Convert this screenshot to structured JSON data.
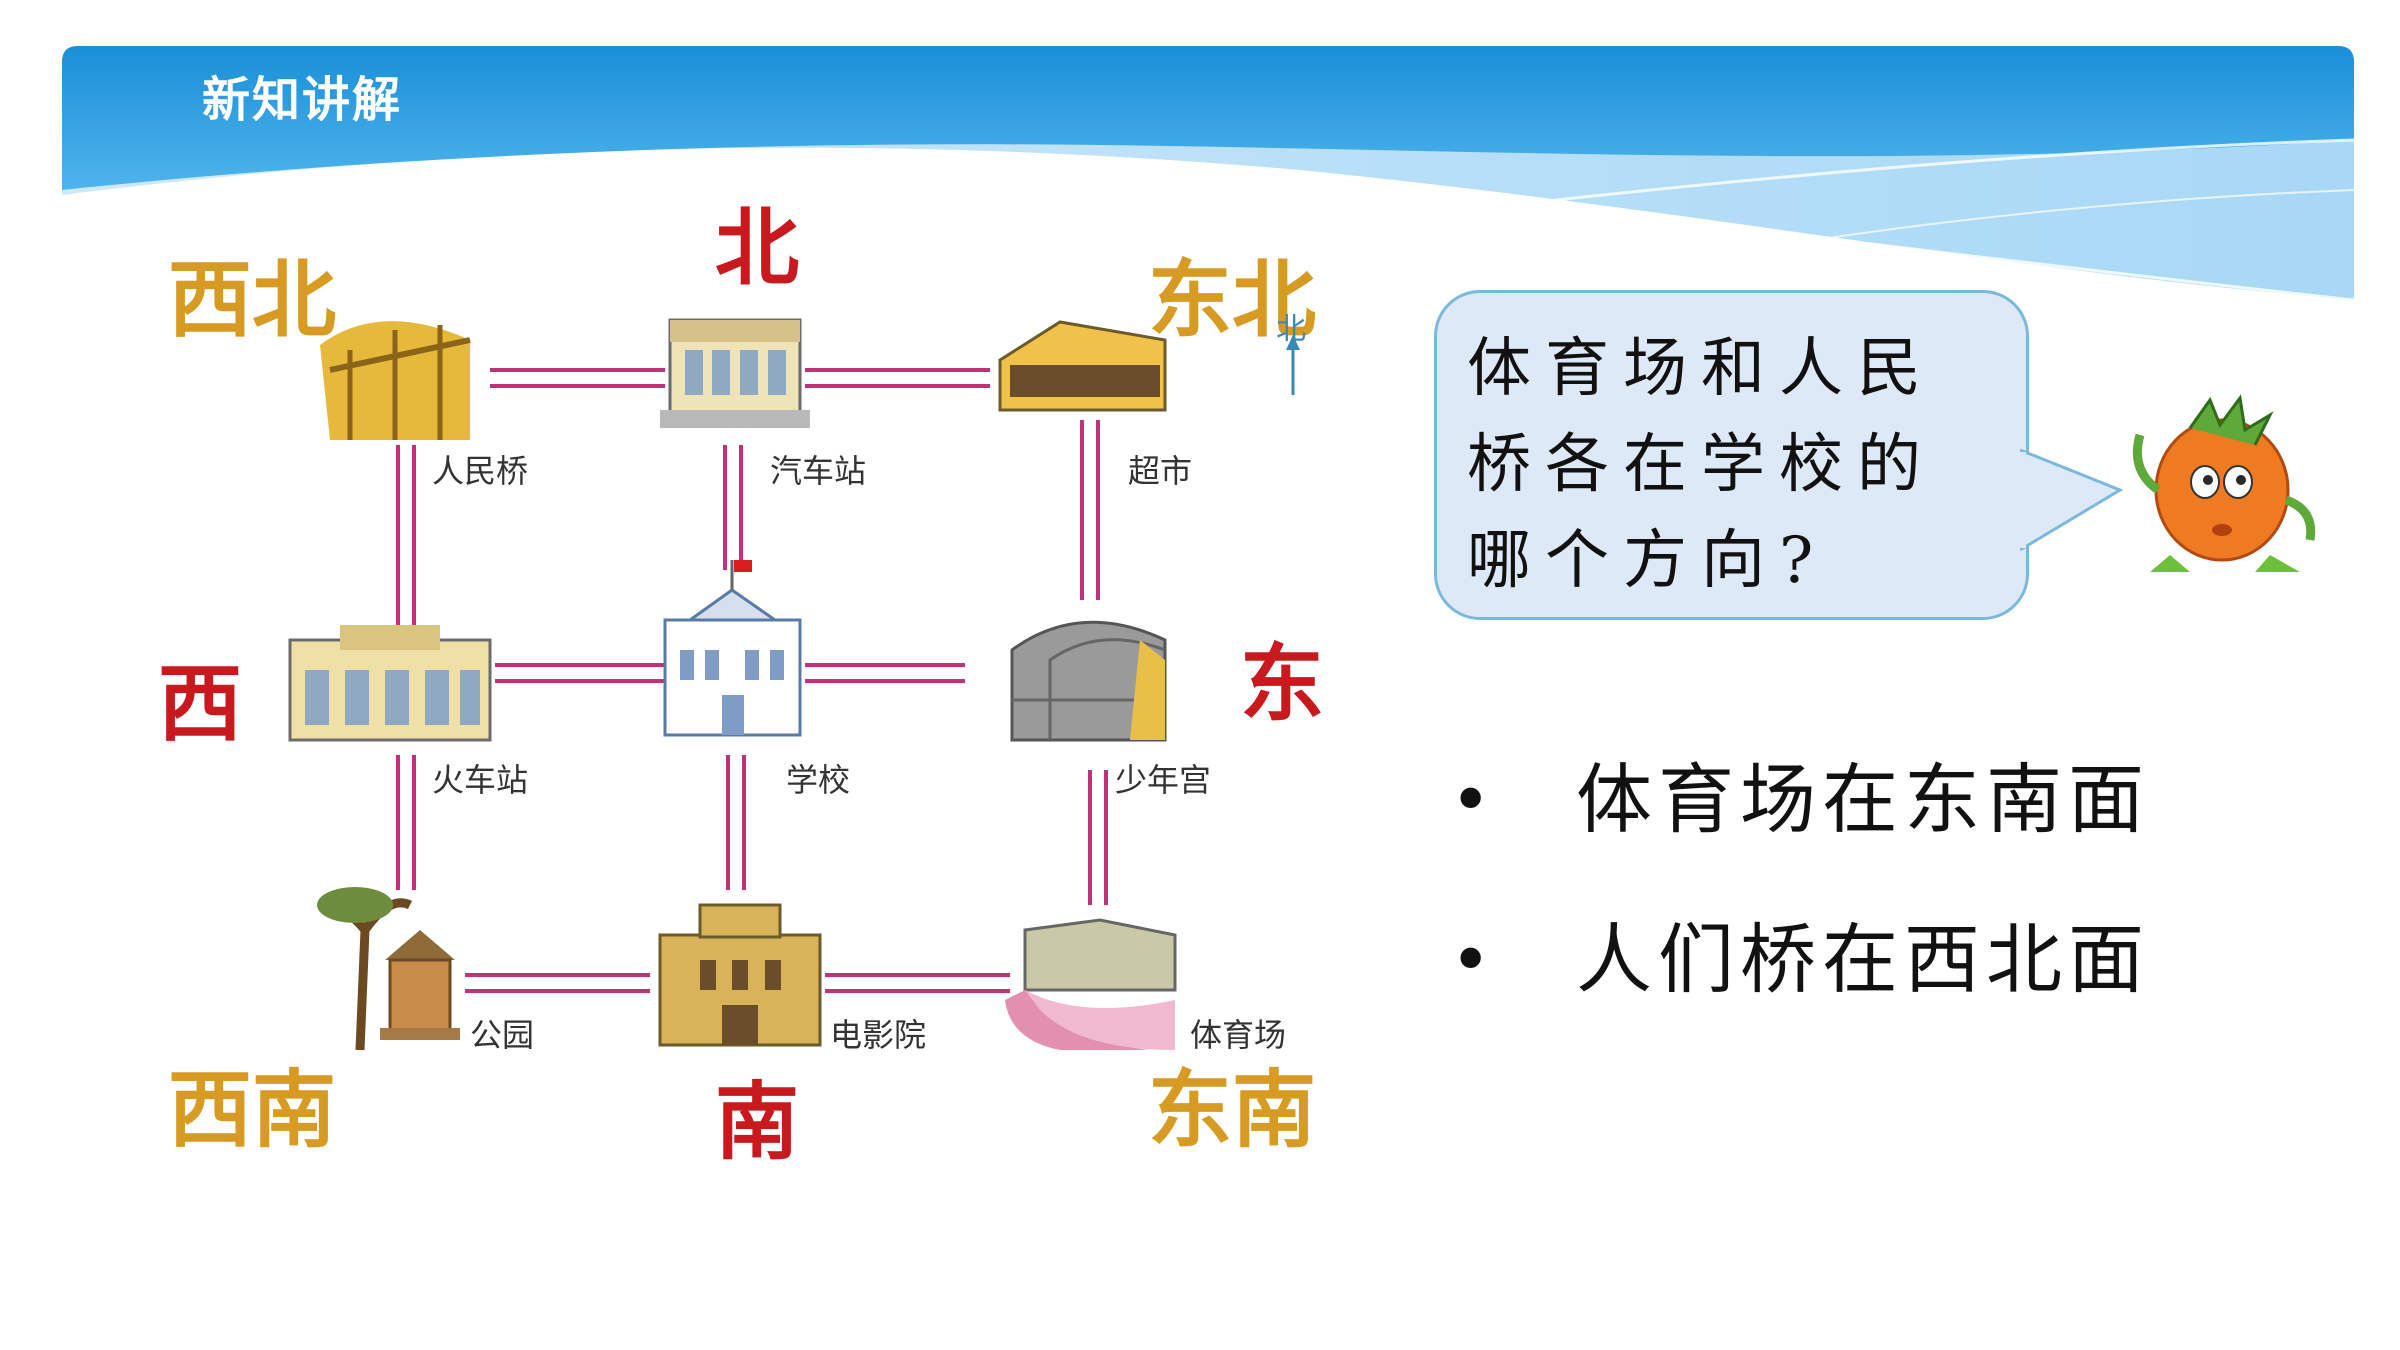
{
  "header": {
    "title": "新知讲解"
  },
  "directions": {
    "north": "北",
    "south": "南",
    "east": "东",
    "west": "西",
    "northwest": "西北",
    "northeast": "东北",
    "southwest": "西南",
    "southeast": "东南"
  },
  "places": {
    "people_bridge": "人民桥",
    "bus_station": "汽车站",
    "supermarket": "超市",
    "train_station": "火车站",
    "school": "学校",
    "youth_palace": "少年宫",
    "park": "公园",
    "cinema": "电影院",
    "stadium": "体育场"
  },
  "compass_mark": "北",
  "bubble": {
    "text": "体育场和人民桥各在学校的哪个方向?"
  },
  "answers": [
    {
      "bullet": "•",
      "text": "体育场在东南面"
    },
    {
      "bullet": "•",
      "text": "人们桥在西北面"
    }
  ],
  "colors": {
    "banner_blue": "#1e9be0",
    "direction_red": "#c8191f",
    "direction_gold": "#d79a22",
    "road_pink": "#c2307a",
    "bubble_fill": "#dde9f7",
    "bubble_border": "#7bb8de"
  }
}
